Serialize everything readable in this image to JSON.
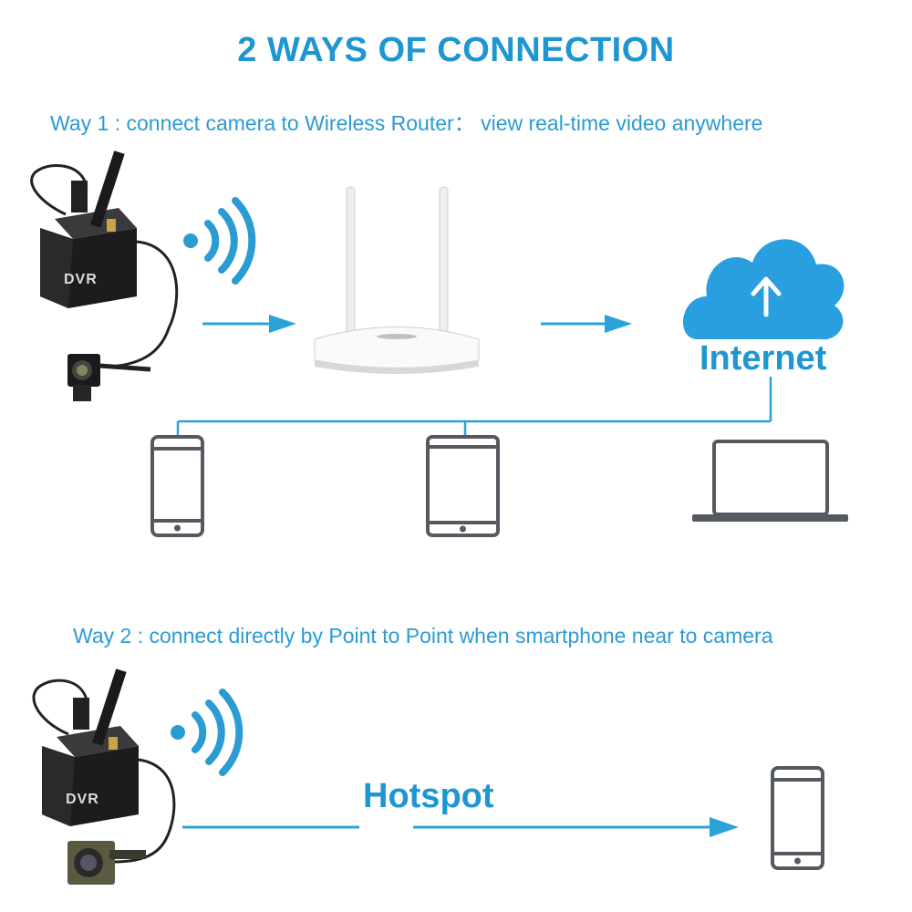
{
  "title": "2 WAYS OF CONNECTION",
  "way1": {
    "caption": "Way 1 : connect camera to Wireless Router： view real-time video anywhere",
    "dvr_label": "DVR",
    "internet_label": "Internet",
    "icons": [
      "dvr-device-icon",
      "mini-camera-icon",
      "wifi-signal-icon",
      "wireless-router-icon",
      "cloud-upload-icon",
      "smartphone-icon",
      "tablet-icon",
      "laptop-icon"
    ]
  },
  "way2": {
    "caption": "Way 2 : connect directly by Point to Point when smartphone near to camera",
    "dvr_label": "DVR",
    "hotspot_label": "Hotspot",
    "icons": [
      "dvr-device-icon",
      "mini-camera-icon",
      "wifi-signal-icon",
      "smartphone-icon"
    ]
  },
  "colors": {
    "accent": "#1e96d2",
    "line": "#2aa3d8",
    "device_gray": "#555a60",
    "dvr_black": "#1c1c1e"
  }
}
